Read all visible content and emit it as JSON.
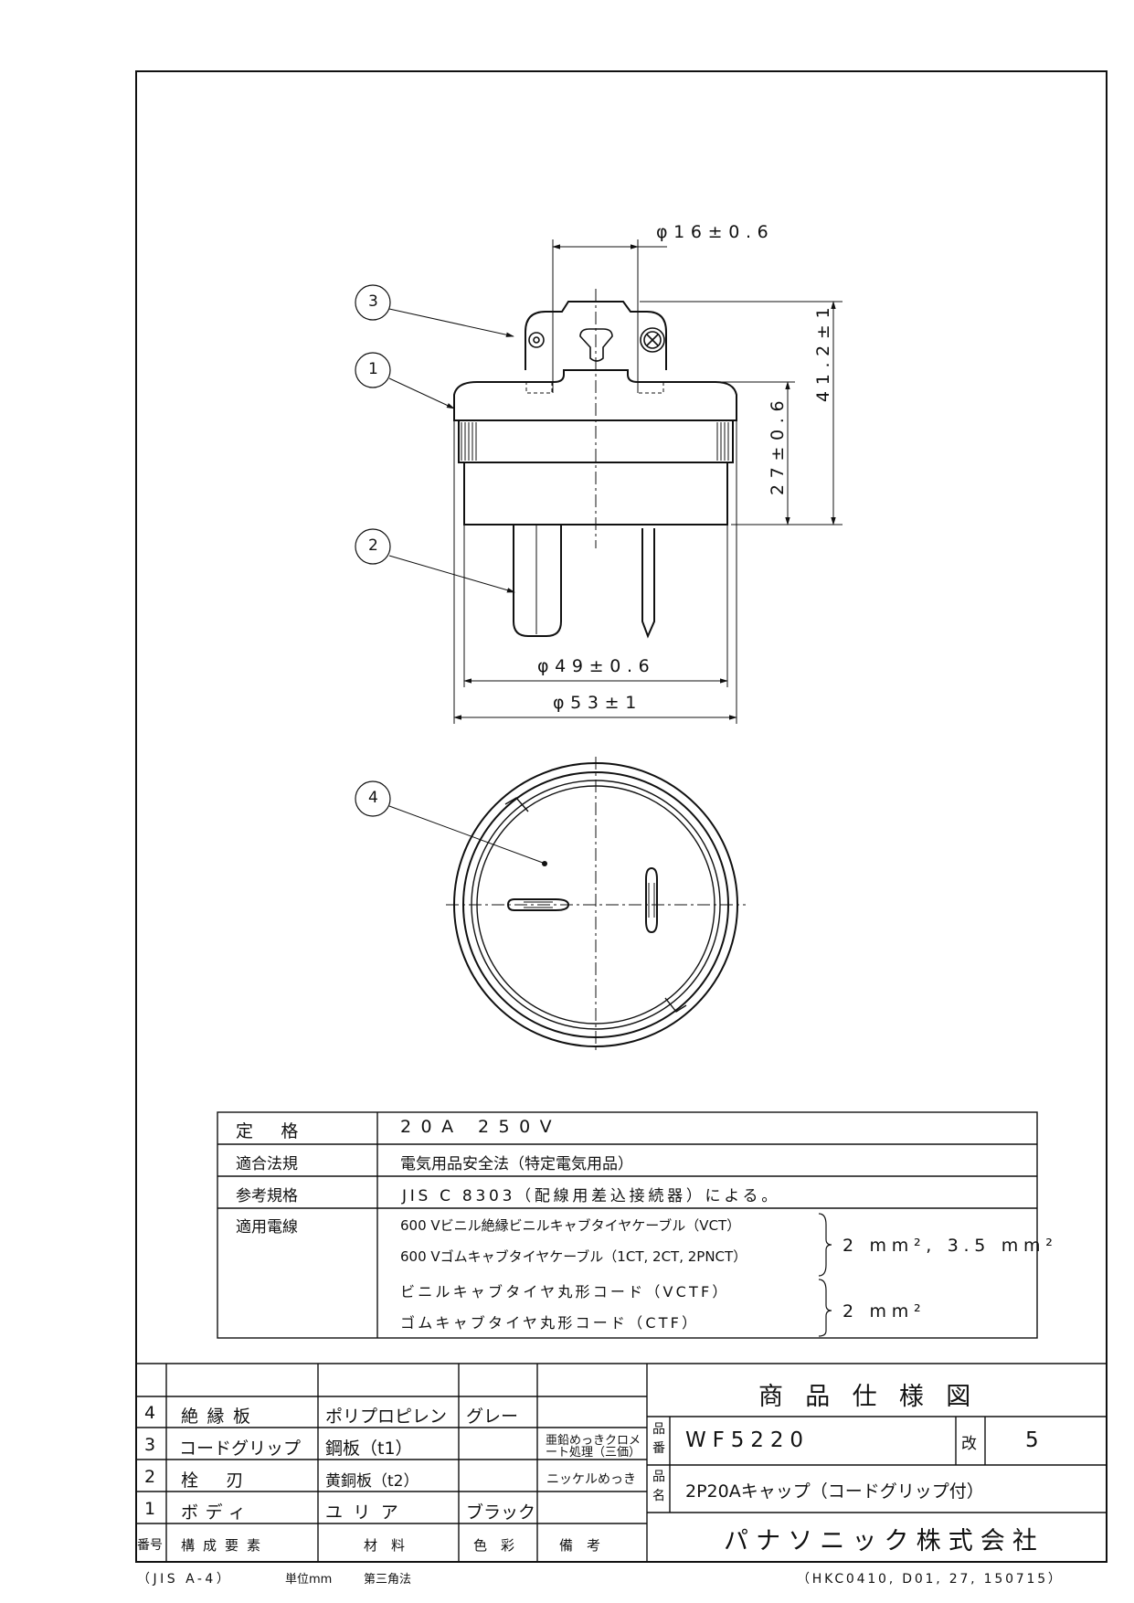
{
  "drawing": {
    "dim_cord_grip": "φ16±0.6",
    "dim_height_total": "41.2±1",
    "dim_height_body": "27±0.6",
    "dim_body_diameter": "φ49±0.6",
    "dim_outer_diameter": "φ53±1",
    "callouts": [
      "1",
      "2",
      "3",
      "4"
    ]
  },
  "spec": {
    "rating_label": "定　格",
    "rating_value": "20A 250V",
    "law_label": "適合法規",
    "law_value": "電気用品安全法（特定電気用品）",
    "standard_label": "参考規格",
    "standard_value": "JIS C 8303（配線用差込接続器）による。",
    "cable_label": "適用電線",
    "cables": [
      "600 Vビニル絶縁ビニルキャブタイヤケーブル（VCT）",
      "600 Vゴムキャブタイヤケーブル（1CT, 2CT, 2PNCT）",
      "ビニルキャブタイヤ丸形コード（VCTF）",
      "ゴムキャブタイヤ丸形コード（CTF）"
    ],
    "cable_size_a": "2 mm², 3.5 mm²",
    "cable_size_b": "2 mm²"
  },
  "parts": {
    "headers": [
      "番号",
      "構成要素",
      "材　料",
      "色　彩",
      "備　考"
    ],
    "rows": [
      {
        "no": "4",
        "name": "絶縁板",
        "material": "ポリプロピレン",
        "color": "グレー",
        "note": ""
      },
      {
        "no": "3",
        "name": "コードグリップ",
        "material": "鋼板（t1）",
        "color": "",
        "note": "亜鉛めっきクロメート処理（三価）"
      },
      {
        "no": "2",
        "name": "栓　刃",
        "material": "黄銅板（t2）",
        "color": "",
        "note": "ニッケルめっき"
      },
      {
        "no": "1",
        "name": "ボディ",
        "material": "ユリア",
        "color": "ブラック",
        "note": ""
      }
    ]
  },
  "title_block": {
    "title": "商品仕様図",
    "model_label": "品番",
    "model": "WF5220",
    "rev_label": "改",
    "rev": "5",
    "name_label": "品名",
    "name": "2P20Aキャップ（コードグリップ付）",
    "company": "パナソニック株式会社"
  },
  "footer": {
    "paper": "（JIS A-4）",
    "unit": "単位mm",
    "projection": "第三角法",
    "doc_code": "（HKC0410, D01, 27, 150715）"
  }
}
